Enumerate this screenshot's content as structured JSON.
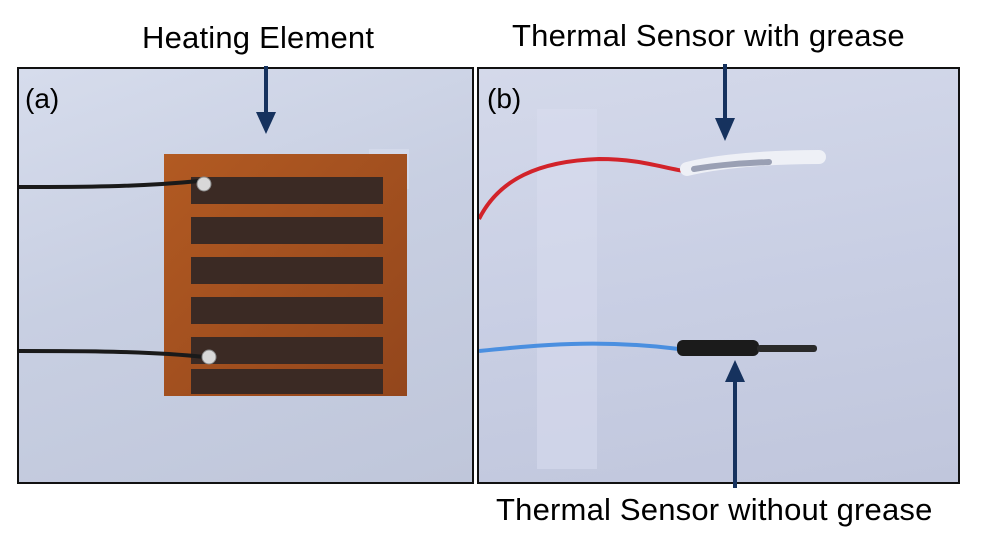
{
  "labels": {
    "heating_element": "Heating Element",
    "sensor_with_grease": "Thermal Sensor with grease",
    "sensor_without_grease": "Thermal Sensor without grease"
  },
  "panels": {
    "a_tag": "(a)",
    "b_tag": "(b)"
  },
  "colors": {
    "arrow": "#16325e",
    "kapton": "#a4501e",
    "trace": "#3a2a22",
    "red_wire": "#d2232a",
    "blue_wire": "#4a8fe0"
  }
}
